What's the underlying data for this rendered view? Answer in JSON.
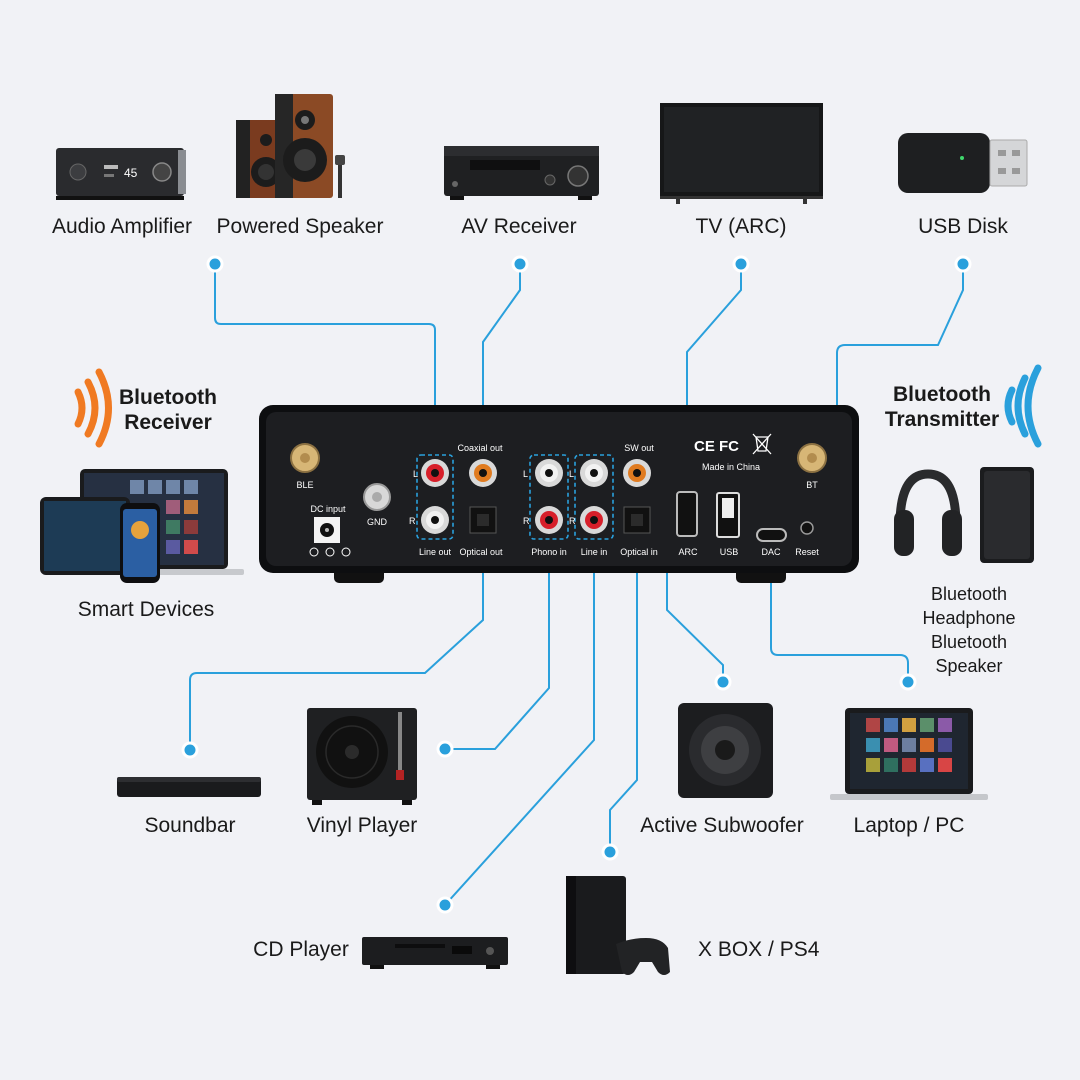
{
  "devices_top": {
    "audio_amplifier": "Audio Amplifier",
    "powered_speaker": "Powered Speaker",
    "av_receiver": "AV Receiver",
    "tv": "TV (ARC)",
    "usb_disk": "USB Disk"
  },
  "bluetooth": {
    "receiver_title_1": "Bluetooth",
    "receiver_title_2": "Receiver",
    "transmitter_title_1": "Bluetooth",
    "transmitter_title_2": "Transmitter",
    "smart_devices": "Smart Devices",
    "headphone": "Bluetooth Headphone",
    "speaker": "Bluetooth Speaker"
  },
  "devices_bottom": {
    "soundbar": "Soundbar",
    "vinyl": "Vinyl Player",
    "subwoofer": "Active Subwoofer",
    "laptop": "Laptop / PC",
    "cd": "CD Player",
    "console": "X BOX / PS4"
  },
  "panel": {
    "ble": "BLE",
    "dc_input": "DC input",
    "gnd": "GND",
    "coaxial_out": "Coaxial out",
    "line_out": "Line out",
    "optical_out": "Optical out",
    "phono_in": "Phono in",
    "line_in": "Line in",
    "sw_out": "SW out",
    "optical_in": "Optical in",
    "ce_fc": "CE FC",
    "made_in": "Made in China",
    "arc": "ARC",
    "usb": "USB",
    "dac": "DAC",
    "reset": "Reset",
    "bt": "BT",
    "l": "L",
    "r": "R"
  },
  "amp_display": "45",
  "colors": {
    "background": "#f1f2f6",
    "connector_line": "#2aa0dc",
    "receiver_waves": "#f07a22",
    "transmitter_waves": "#2aa0dc",
    "panel": "#17181b"
  }
}
